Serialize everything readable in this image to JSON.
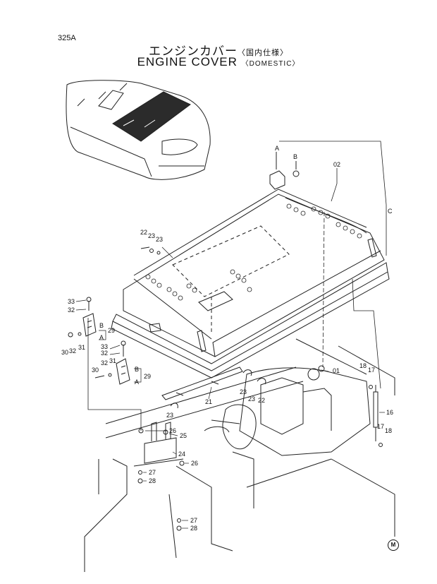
{
  "page_code": "325A",
  "title_jp": "エンジンカバー",
  "title_jp_sub": "〈国内仕様〉",
  "title_en": "ENGINE COVER",
  "title_en_sub": "〈DOMESTIC〉",
  "ref_letters": {
    "a": "A",
    "b": "B",
    "c": "C"
  },
  "callouts": [
    {
      "id": "c02",
      "text": "02"
    },
    {
      "id": "c01",
      "text": "01"
    },
    {
      "id": "c22a",
      "text": "22"
    },
    {
      "id": "c23a",
      "text": "23"
    },
    {
      "id": "c23b",
      "text": "23"
    },
    {
      "id": "c33a",
      "text": "33"
    },
    {
      "id": "c32a",
      "text": "32"
    },
    {
      "id": "c30a",
      "text": "30"
    },
    {
      "id": "c32b",
      "text": "32"
    },
    {
      "id": "c31a",
      "text": "31"
    },
    {
      "id": "c33b",
      "text": "33"
    },
    {
      "id": "c32c",
      "text": "32"
    },
    {
      "id": "c30b",
      "text": "30"
    },
    {
      "id": "c32d",
      "text": "32"
    },
    {
      "id": "c31b",
      "text": "31"
    },
    {
      "id": "c29a",
      "text": "29"
    },
    {
      "id": "c29b",
      "text": "29"
    },
    {
      "id": "cBa",
      "text": "B"
    },
    {
      "id": "cAa",
      "text": "A"
    },
    {
      "id": "cBb",
      "text": "B"
    },
    {
      "id": "cAb",
      "text": "A"
    },
    {
      "id": "c21",
      "text": "21"
    },
    {
      "id": "c23c",
      "text": "23"
    },
    {
      "id": "c23d",
      "text": "23"
    },
    {
      "id": "c23e",
      "text": "23"
    },
    {
      "id": "c22b",
      "text": "22"
    },
    {
      "id": "c18a",
      "text": "18"
    },
    {
      "id": "c17a",
      "text": "17"
    },
    {
      "id": "c16",
      "text": "16"
    },
    {
      "id": "c17b",
      "text": "17"
    },
    {
      "id": "c18b",
      "text": "18"
    },
    {
      "id": "c26a",
      "text": "26"
    },
    {
      "id": "c25",
      "text": "25"
    },
    {
      "id": "c24",
      "text": "24"
    },
    {
      "id": "c26b",
      "text": "26"
    },
    {
      "id": "c27a",
      "text": "27"
    },
    {
      "id": "c28a",
      "text": "28"
    },
    {
      "id": "c27b",
      "text": "27"
    },
    {
      "id": "c28b",
      "text": "28"
    }
  ],
  "corner_mark": "M"
}
